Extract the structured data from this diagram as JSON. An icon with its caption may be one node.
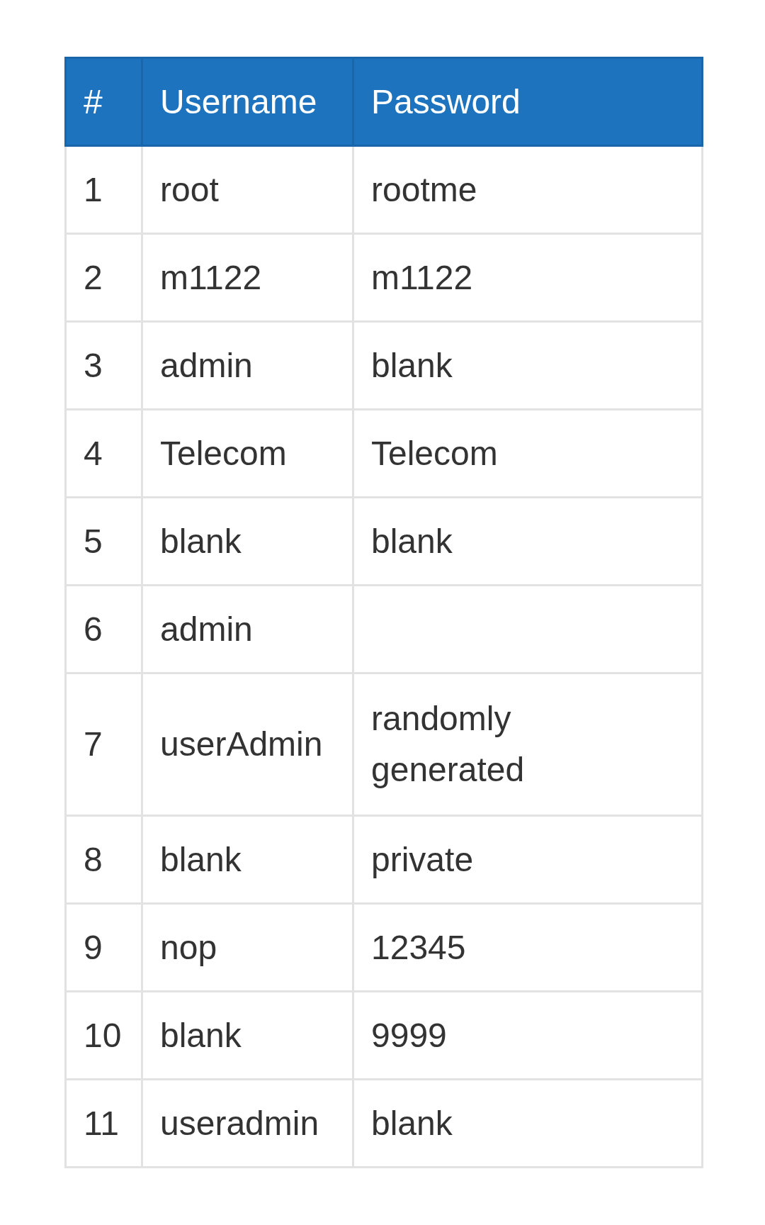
{
  "diagram": {
    "labels": [
      "#",
      "Username",
      "Password",
      "1",
      "root",
      "rootme",
      "2",
      "m1122",
      "m1122",
      "3",
      "admin",
      "blank",
      "4",
      "Telecom",
      "Telecom",
      "5",
      "blank",
      "blank",
      "6",
      "admin",
      "7",
      "userAdmin",
      "randomly generated",
      "8",
      "blank",
      "private",
      "9",
      "nop",
      "12345",
      "10",
      "blank",
      "9999",
      "11",
      "useradmin",
      "blank"
    ]
  }
}
